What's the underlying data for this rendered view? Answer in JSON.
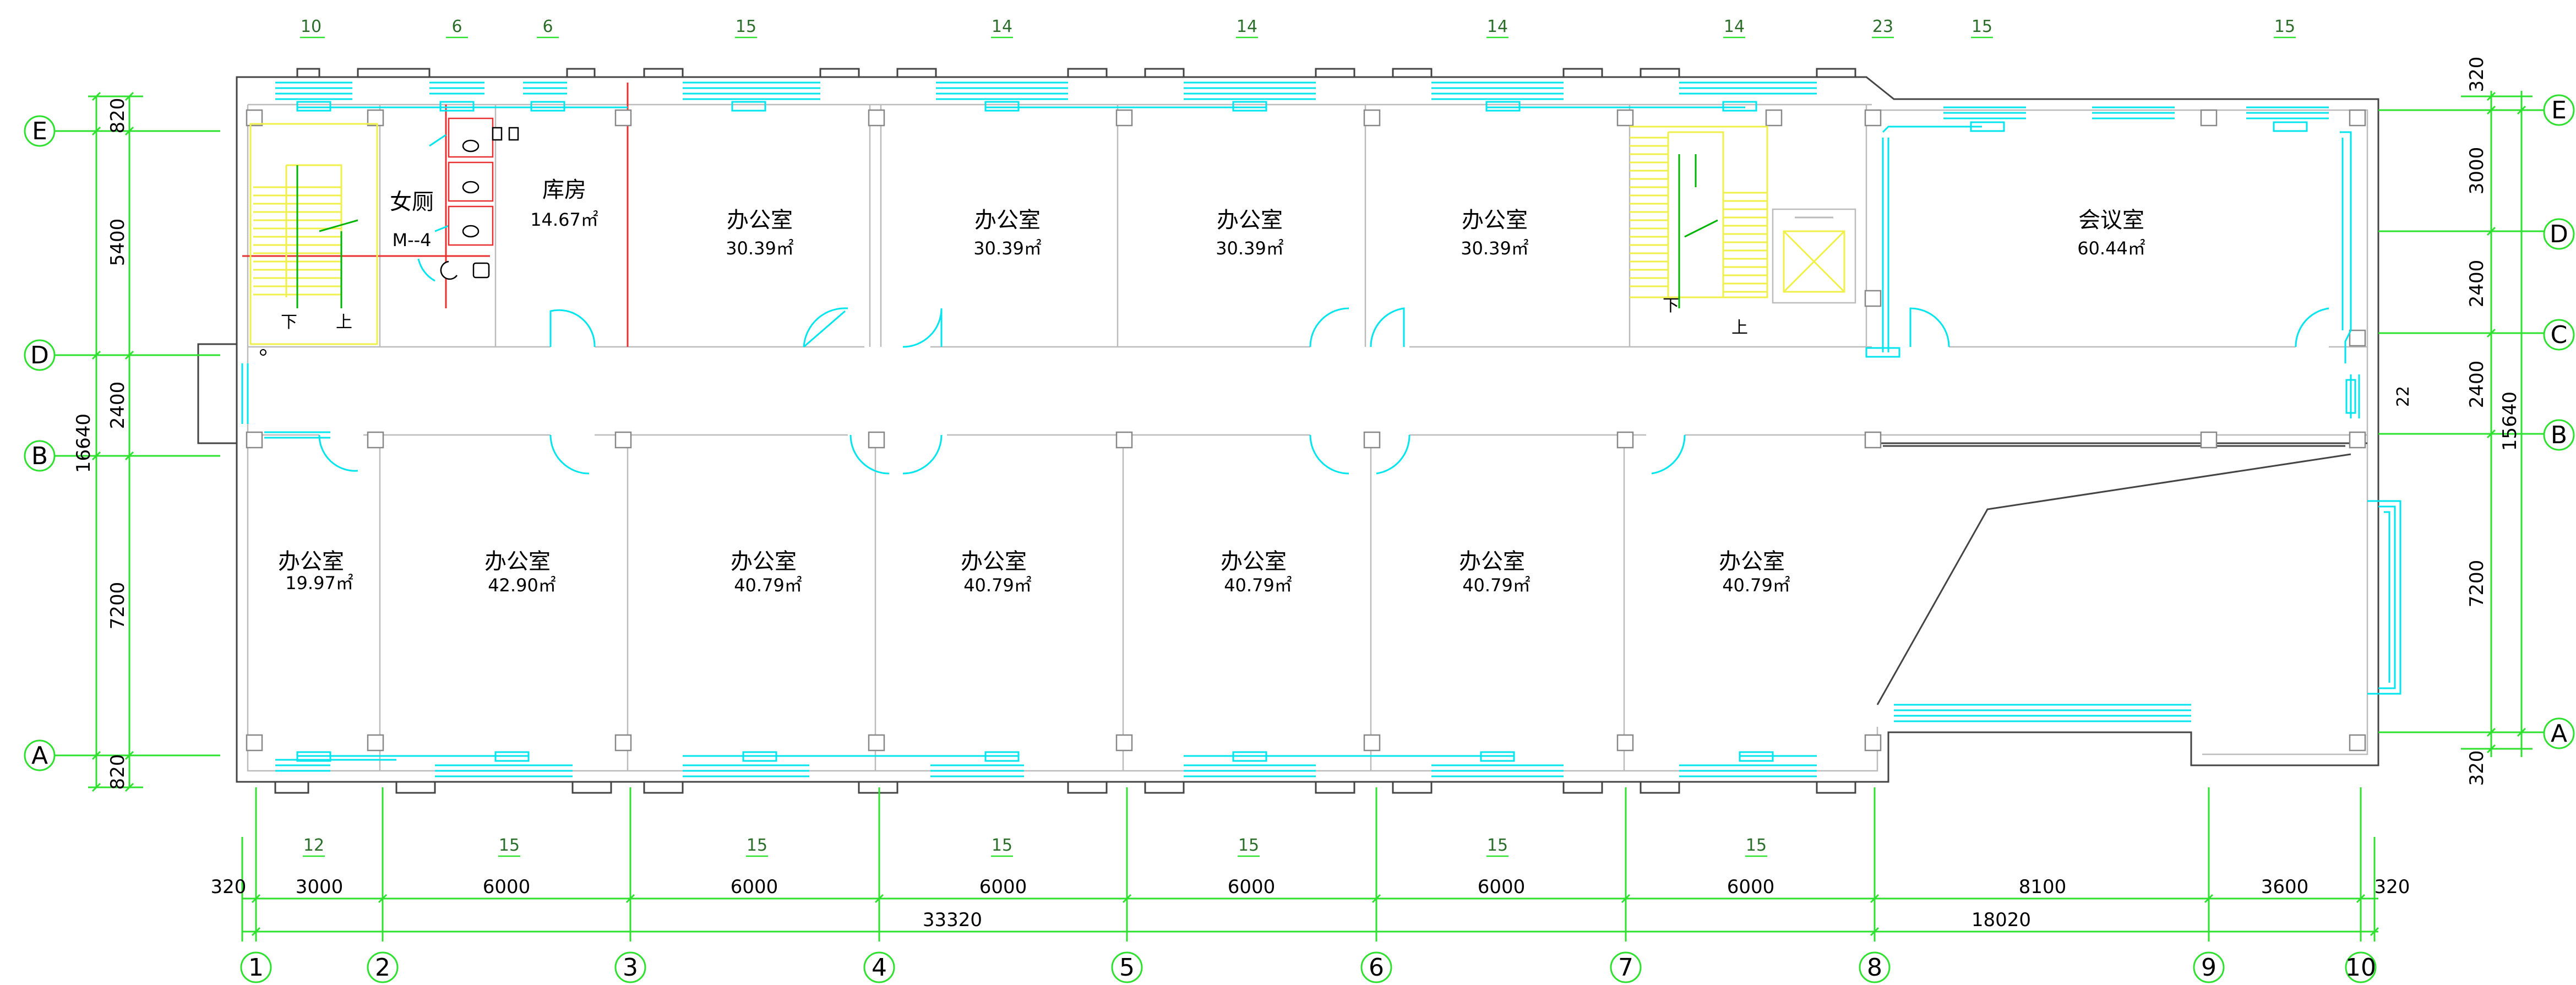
{
  "rooms": {
    "womens_toilet": {
      "name": "女厕",
      "code": "M--4"
    },
    "storage": {
      "name": "库房",
      "area": "14.67㎡"
    },
    "office_n1": {
      "name": "办公室",
      "area": "30.39㎡"
    },
    "office_n2": {
      "name": "办公室",
      "area": "30.39㎡"
    },
    "office_n3": {
      "name": "办公室",
      "area": "30.39㎡"
    },
    "office_n4": {
      "name": "办公室",
      "area": "30.39㎡"
    },
    "meeting": {
      "name": "会议室",
      "area": "60.44㎡"
    },
    "office_s1": {
      "name": "办公室",
      "area": "19.97㎡"
    },
    "office_s2": {
      "name": "办公室",
      "area": "42.90㎡"
    },
    "office_s3": {
      "name": "办公室",
      "area": "40.79㎡"
    },
    "office_s4": {
      "name": "办公室",
      "area": "40.79㎡"
    },
    "office_s5": {
      "name": "办公室",
      "area": "40.79㎡"
    },
    "office_s6": {
      "name": "办公室",
      "area": "40.79㎡"
    },
    "office_s7": {
      "name": "办公室",
      "area": "40.79㎡"
    }
  },
  "stair_labels": {
    "down": "下",
    "up": "上"
  },
  "misc_labels": {
    "corridor_tag": "22"
  },
  "top_tags": [
    "10",
    "6",
    "6",
    "15",
    "14",
    "14",
    "14",
    "14",
    "23",
    "15",
    "15"
  ],
  "bottom_tags": [
    "12",
    "15",
    "15",
    "15",
    "15",
    "15",
    "15"
  ],
  "grid_columns": [
    "1",
    "2",
    "3",
    "4",
    "5",
    "6",
    "7",
    "8",
    "9",
    "10"
  ],
  "grid_rows": [
    "E",
    "D",
    "C",
    "B",
    "A"
  ],
  "bottom_dims": {
    "row1": [
      "320",
      "3000",
      "6000",
      "6000",
      "6000",
      "6000",
      "6000",
      "6000",
      "8100",
      "3600",
      "320"
    ],
    "row2": [
      "33320",
      "18020"
    ]
  },
  "left_dims": {
    "row1": [
      "820",
      "5400",
      "2400",
      "7200",
      "820"
    ],
    "total": "16640"
  },
  "right_dims": {
    "row1": [
      "320",
      "3000",
      "2400",
      "2400",
      "7200",
      "320"
    ],
    "total": "15640"
  },
  "colors": {
    "wall": "#444444",
    "dimension": "#2ee12e",
    "window_door": "#00e5ee",
    "stair": "#f0f04a",
    "fixture": "#e83030"
  }
}
